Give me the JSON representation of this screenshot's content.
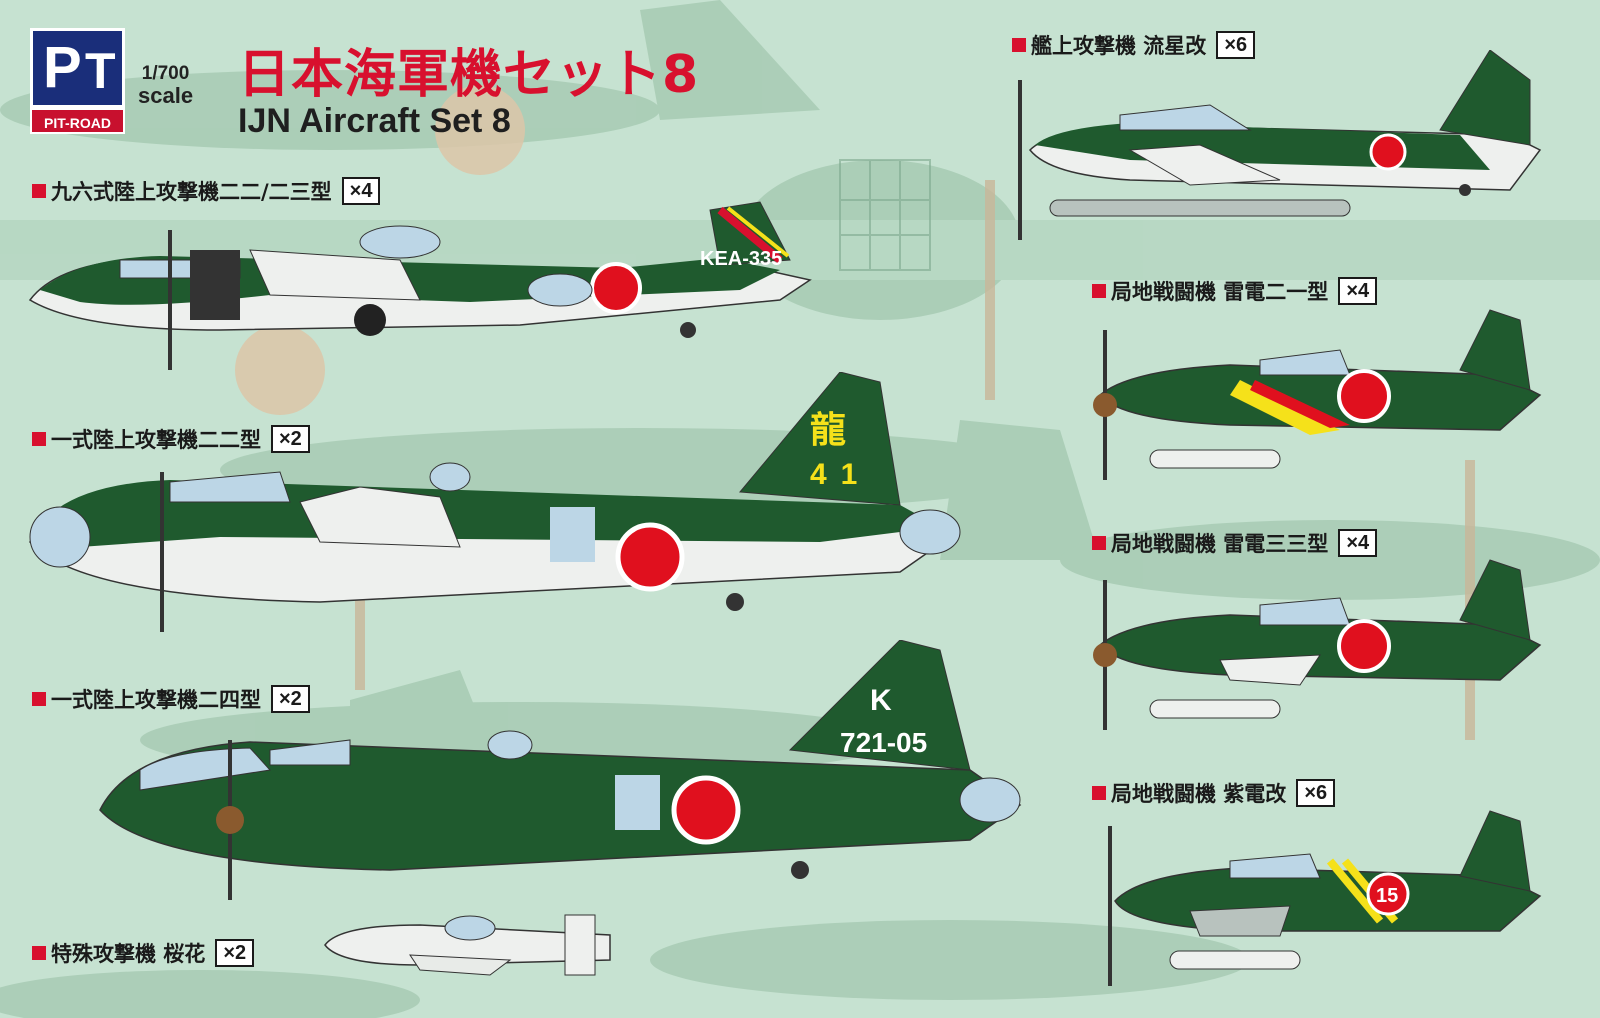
{
  "brand": {
    "logo_text": "PIT-ROAD",
    "logo_mark": "PT"
  },
  "scale": {
    "number": "1/700",
    "label": "scale"
  },
  "title": {
    "jp": "日本海軍機セット8",
    "en": "IJN Aircraft Set 8"
  },
  "aircraft": [
    {
      "name": "九六式陸上攻撃機二二/二三型",
      "qty": "×4",
      "markings": "KEA-335"
    },
    {
      "name": "一式陸上攻撃機二二型",
      "qty": "×2",
      "markings_top": "龍",
      "markings_bottom": "41"
    },
    {
      "name": "一式陸上攻撃機二四型",
      "qty": "×2",
      "markings_top": "K",
      "markings_bottom": "721-05"
    },
    {
      "name": "特殊攻撃機 桜花",
      "qty": "×2"
    },
    {
      "name": "艦上攻撃機 流星改",
      "qty": "×6"
    },
    {
      "name": "局地戦闘機 雷電二一型",
      "qty": "×4"
    },
    {
      "name": "局地戦闘機 雷電三三型",
      "qty": "×4"
    },
    {
      "name": "局地戦闘機 紫電改",
      "qty": "×6",
      "markings": "15"
    }
  ],
  "colors": {
    "background": "#c6e2d1",
    "aircraft_green": "#1f5a2e",
    "underside": "#eef0ee",
    "hinomaru": "#e0101e",
    "title_red": "#d8102e",
    "canopy": "#bcd6e6",
    "yellow": "#f5e11a"
  }
}
